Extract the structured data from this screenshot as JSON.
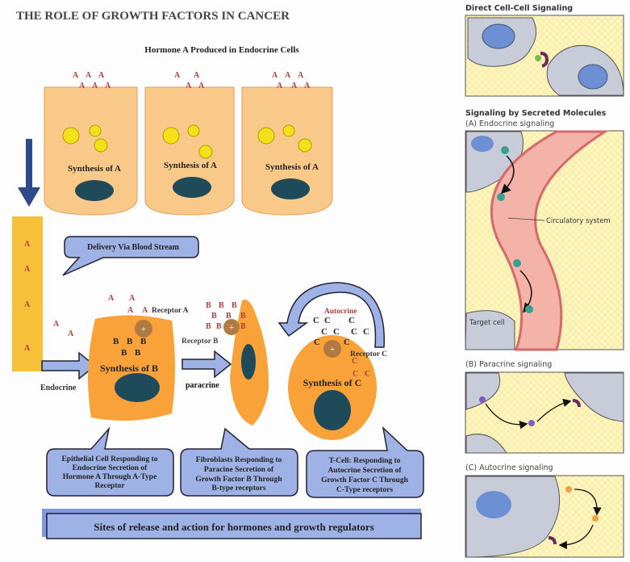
{
  "left": {
    "title": "THE ROLE OF GROWTH FACTORS IN CANCER",
    "subtitle": "Hormone A Produced in Endocrine Cells",
    "endocrine_cells": [
      {
        "label": "Synthesis of A"
      },
      {
        "label": "Synthesis of A"
      },
      {
        "label": "Synthesis of A"
      }
    ],
    "hormone_letter": "A",
    "growth_b": "B",
    "growth_c": "C",
    "delivery_callout": "Delivery Via Blood Stream",
    "receptor_a": "Receptor A",
    "receptor_b": "Receptor B",
    "receptor_c": "Receptor C",
    "autocrine": "Autocrine",
    "endocrine": "Endocrine",
    "paracrine": "paracrine",
    "synthesis_b": "Synthesis of B",
    "synthesis_c": "Synthesis of C",
    "callouts": [
      [
        "Epithelial Cell Responding to",
        "Endocrine Secretion of",
        "Hormone A Through A-Type",
        "Receptor"
      ],
      [
        "Fibroblasts Responding to",
        "Paracine Secretion of",
        "Growth Factor B Through",
        "B-type receptors"
      ],
      [
        "T-Cell: Responding to",
        "Autocrine Secretion of",
        "Growth Factor C Through",
        "C-Type receptors"
      ]
    ],
    "banner": "Sites of release and action for hormones and growth regulators"
  },
  "right": {
    "direct_title": "Direct Cell-Cell Signaling",
    "secreted_title": "Signaling by Secreted Molecules",
    "endocrine_label": "(A)  Endocrine signaling",
    "circulatory": "Circulatory system",
    "target_cell": "Target cell",
    "paracrine_label": "(B)  Paracrine signaling",
    "autocrine_label": "(C)  Autocrine signaling"
  },
  "colors": {
    "cell": "#f9a23a",
    "endocrine_cell": "#f9c98a",
    "callout": "#9fb2e6",
    "nucleus": "#1f4a5a",
    "panel": "#fdf3b8"
  }
}
